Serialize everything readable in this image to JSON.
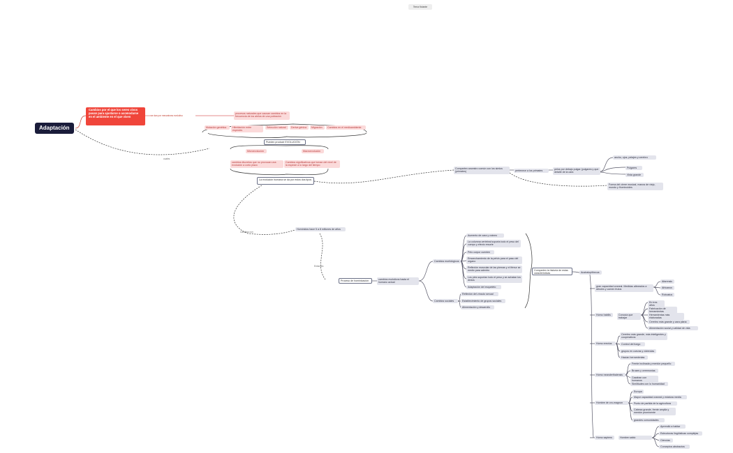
{
  "topic": "Tema flotante",
  "root": "Adaptación",
  "definition": "Cambios por el que los seres vivos pasan para ajustarse o acomodarse en el ambiente en el que viven",
  "link1": "se dan por mecanismo evolutivo",
  "mechanisms_label": "procesos naturales que causan cambios en la frecuencia de los alelos de una población",
  "mechanisms": [
    "Mutación genética",
    "Hibridación entre especies",
    "Selección natural",
    "Deriva génica",
    "Migración",
    "Cambios en el medioambiente"
  ],
  "evolution": "Pueden producir EVOLUCIÓN",
  "label_cual": "cuales",
  "micro": "Microevolución",
  "macro": "Macroevolución",
  "micro_def": "cambios discretos que no provocan una evolución a corto plazo",
  "macro_def": "Cambios significativos que toman del nivel de la especie a lo largo del tiempo",
  "human_evo": "La evolución humana se da por estos dos tipos",
  "primates": "Comparten ancestro común con los simios (primates)",
  "belongs": "pertenece a los primates",
  "traits_label": "pelos por debajo pulgar (pulgares y que detalle de la cara",
  "traits": [
    "ancho, ojos, pelajes y cerebro",
    "Pulgares",
    "Vista grande"
  ],
  "mammals": "Forma del cierre musical, manos de viejo, mundo y Hominoides",
  "label_cambios": "Cambios con",
  "hominins": "Homínidos hace 5 a 8 millones de años",
  "label_entonces": "Entonces",
  "hominization": "Proceso de hominización",
  "hom_changes": "cambios evolutivos hasta el humano actual",
  "morph": "Cambios morfológicos",
  "morph_items": [
    "Aumento de cara y cráneo",
    "La columna vertebral soporta todo el peso del cuerpo y efecto resorte",
    "Pelo corpor cuenten",
    "Ensanchamiento de la pelvis para el paso del organo",
    "Reflexión muscular de las piernas y el fémur se medio para adentro",
    "Los pies soportan todo el peso y se achatan los dedos",
    "Adaptación del esqueleto"
  ],
  "social": "Cambios sociales",
  "social_items": [
    "Reflexión del vínculo sexual",
    "Establecimiento de grupos sociales",
    "Alimentación y desarrollo"
  ],
  "species_share": "Comparten la historia de estas características",
  "austral": "Australopithecus",
  "austral_items": [
    "gran capacidad craneal. Medidas alineados a árboles y comen frutos",
    "Afarensis",
    "Africanus",
    "Robustus"
  ],
  "habilis": "Homo habilis",
  "habilis_sub": "Conocía que trabajar",
  "habilis_items": [
    "En tres años",
    "Fabricación de herramientas",
    "Herramientas más elaboradas",
    "Cerebro más grande y cara plana",
    "Alimentación social y calidad de vida"
  ],
  "erectus": "Homo erectus",
  "erectus_items": [
    "Cerebro más grande, más inteligentes y cooperativos",
    "Control del fuego",
    "grupos en cuevas y viviendas",
    "Hacían herramientas"
  ],
  "neander": "Homo neanderthalensis",
  "neander_items": [
    "Frente inclinada y mentón pequeño",
    "Bruses y ceremonias",
    "Cazaban con humanos",
    "Similitudes con lo humanidad"
  ],
  "modern": "Hombre de cro-magnon",
  "modern_items": [
    "Europa",
    "Mayor capacidad craneal y estatura media",
    "Punto de partida de la agricultura",
    "Cabeza grande, frente amplia y mentón prominente",
    "grandes comunidades"
  ],
  "sapiens": "Homo sapiens",
  "sapiens_sub": "Hombre sabio",
  "sapiens_items": [
    "Aprendió a hablar",
    "Estructuras lingüísticas complejas",
    "Ciencias",
    "Conceptos abstractos"
  ]
}
